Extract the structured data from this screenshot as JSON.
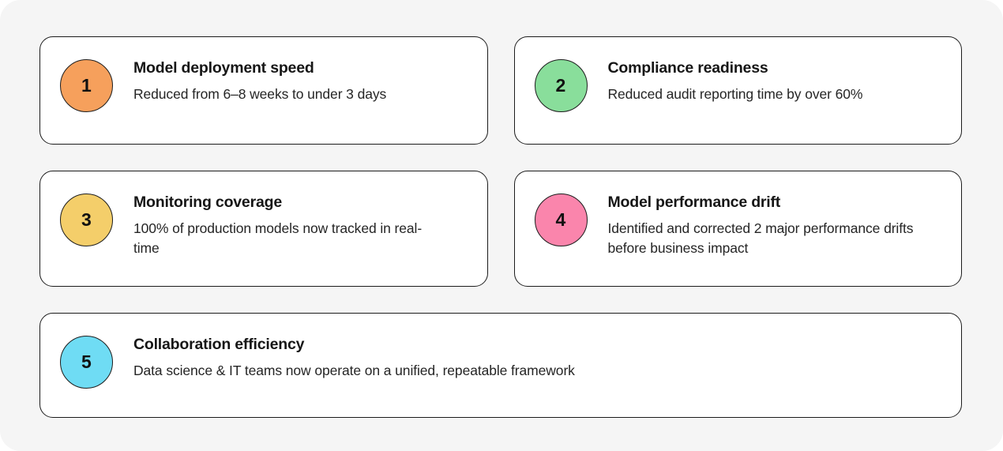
{
  "background_color": "#f5f5f5",
  "card_background": "#ffffff",
  "border_color": "#1c1c1c",
  "cards": [
    {
      "number": "1",
      "title": "Model deployment speed",
      "description": "Reduced from 6–8 weeks to under 3 days",
      "badge_color": "#F6A05C",
      "layout": "half"
    },
    {
      "number": "2",
      "title": "Compliance readiness",
      "description": "Reduced audit reporting time by over 60%",
      "badge_color": "#89DE9B",
      "layout": "half"
    },
    {
      "number": "3",
      "title": "Monitoring coverage",
      "description": "100% of production models now tracked in real-time",
      "badge_color": "#F4CE6A",
      "layout": "half"
    },
    {
      "number": "4",
      "title": "Model performance drift",
      "description": "Identified and corrected 2 major performance drifts before business impact",
      "badge_color": "#FA85AC",
      "layout": "half"
    },
    {
      "number": "5",
      "title": "Collaboration efficiency",
      "description": "Data science & IT teams now operate on a unified, repeatable framework",
      "badge_color": "#6FDCF4",
      "layout": "full"
    }
  ]
}
